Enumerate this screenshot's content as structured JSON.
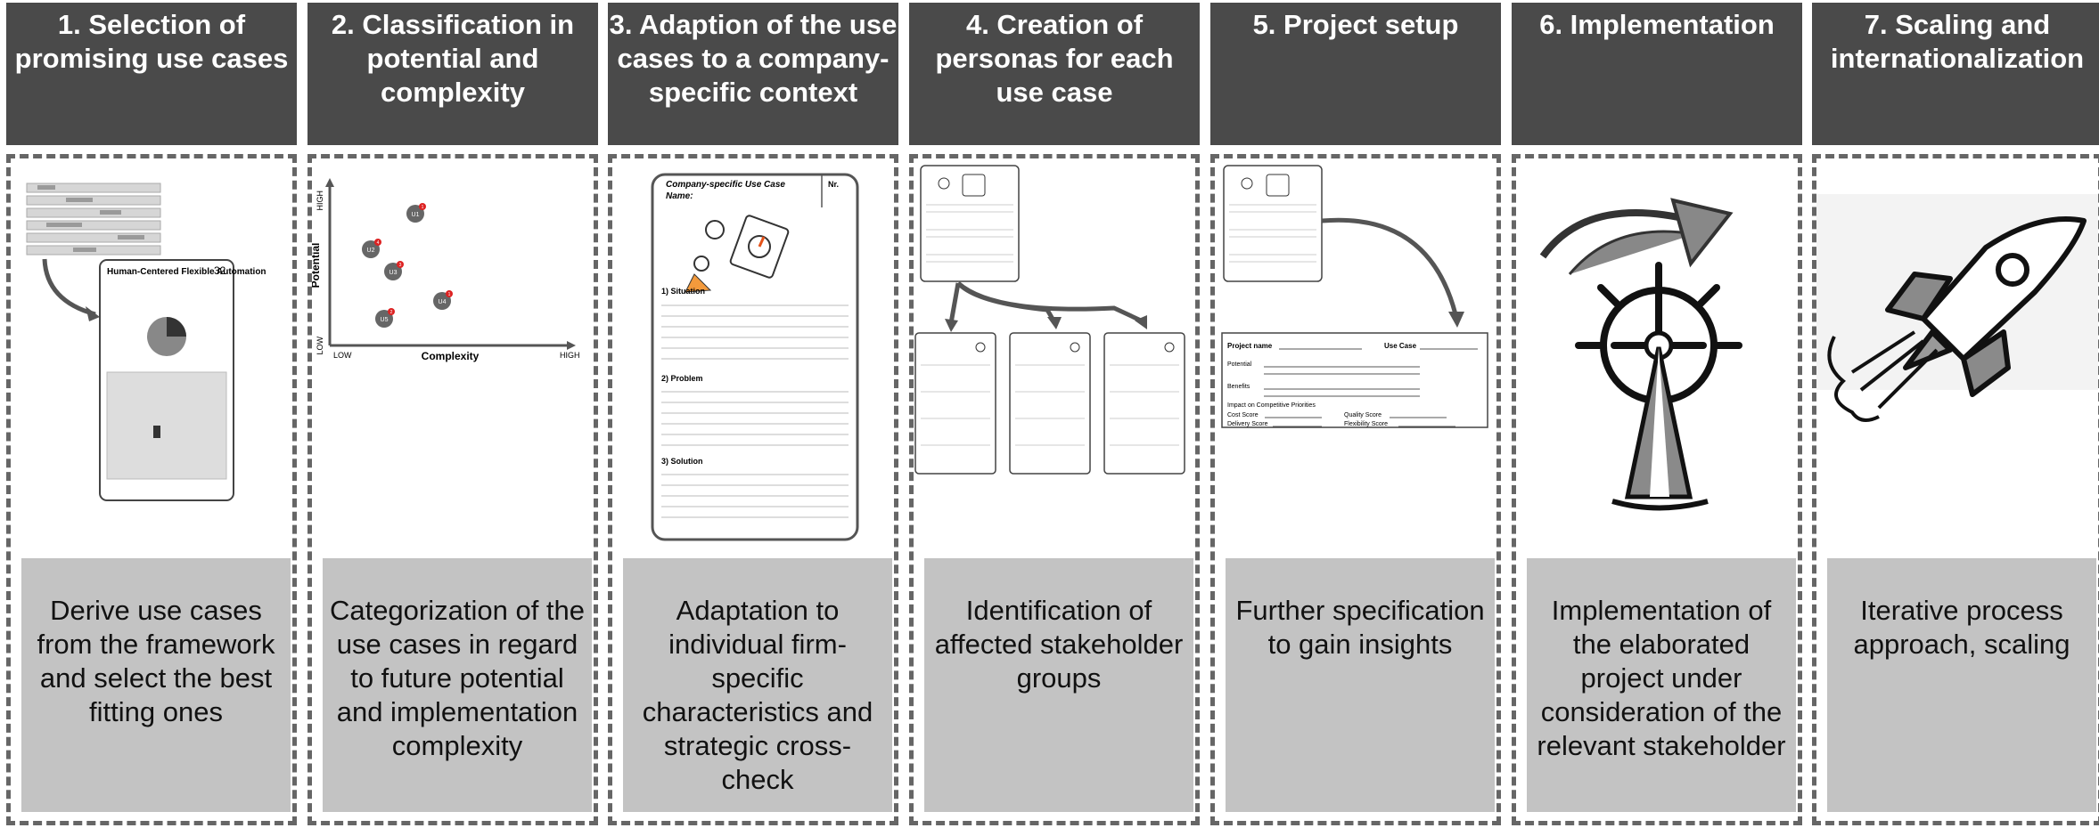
{
  "steps": [
    {
      "title": "1. Selection of promising use cases",
      "desc": "Derive use cases from the framework and select the best fitting ones"
    },
    {
      "title": "2. Classification in potential and complexity",
      "desc": "Categorization of the use cases in regard to future potential and implementation complexity"
    },
    {
      "title": "3. Adaption of the use cases to a company-specific context",
      "desc": "Adaptation to individual firm-specific characteristics and strategic cross-check"
    },
    {
      "title": "4. Creation of personas for each use case",
      "desc": "Identification of affected stakeholder groups"
    },
    {
      "title": "5. Project setup",
      "desc": "Further specification to gain insights"
    },
    {
      "title": "6. Implementation",
      "desc": "Implementation of the elaborated project under consideration of the relevant stakeholder"
    },
    {
      "title": "7. Scaling and internationalization",
      "desc": "Iterative process approach, scaling"
    }
  ],
  "card1": {
    "title": "Human-Centered Flexible Automation",
    "number": "32"
  },
  "matrix": {
    "y_label": "Potential",
    "x_label": "Complexity",
    "y_high": "HIGH",
    "y_low": "LOW",
    "x_low": "LOW",
    "x_high": "HIGH",
    "points": [
      {
        "label": "U1",
        "badge": "1"
      },
      {
        "label": "U2",
        "badge": "4"
      },
      {
        "label": "U3",
        "badge": "3"
      },
      {
        "label": "U4",
        "badge": "1"
      },
      {
        "label": "U5",
        "badge": "2"
      }
    ]
  },
  "template": {
    "title": "Company-specific Use Case",
    "name": "Name:",
    "nr": "Nr.",
    "s1": "1) Situation",
    "s2": "2) Problem",
    "s3": "3) Solution"
  },
  "setup": {
    "project_name": "Project name",
    "use_case": "Use Case",
    "potential": "Potential",
    "benefits": "Benefits",
    "impact": "Impact on Competitive Priorities",
    "cost": "Cost Score",
    "quality": "Quality Score",
    "delivery": "Delivery Score",
    "flexibility": "Flexibility Score"
  }
}
